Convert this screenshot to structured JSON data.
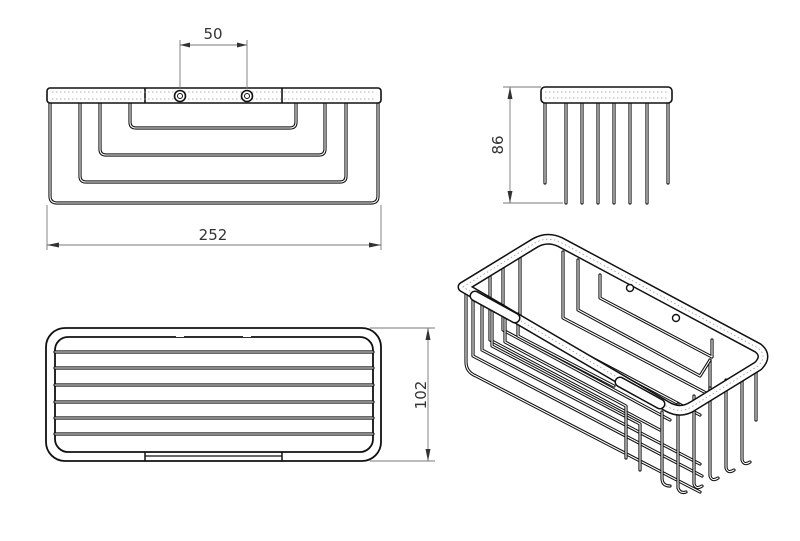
{
  "dimensions": {
    "screw_spacing": "50",
    "overall_width": "252",
    "height": "86",
    "depth": "102"
  }
}
